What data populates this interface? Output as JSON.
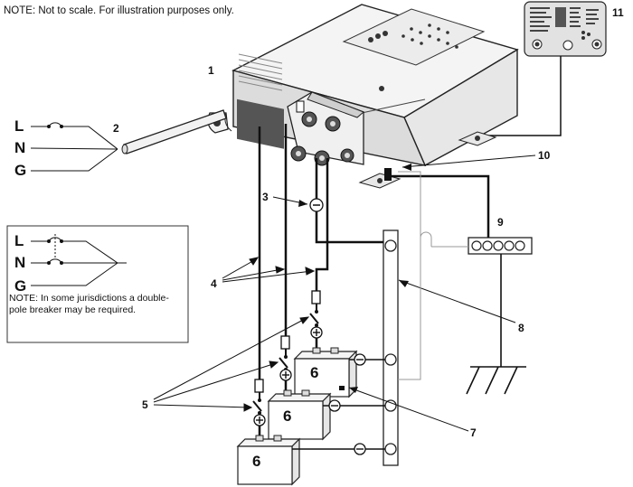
{
  "notes": {
    "top": "NOTE: Not to scale. For illustration purposes only.",
    "box": "NOTE: In some jurisdictions a double-pole breaker may be required."
  },
  "ac_wires": {
    "line": "L",
    "neutral": "N",
    "ground": "G"
  },
  "callouts": {
    "c1": "1",
    "c2": "2",
    "c3": "3",
    "c4": "4",
    "c5": "5",
    "c7": "7",
    "c8": "8",
    "c9": "9",
    "c10": "10",
    "c11": "11"
  },
  "batteries": {
    "label": "6"
  }
}
